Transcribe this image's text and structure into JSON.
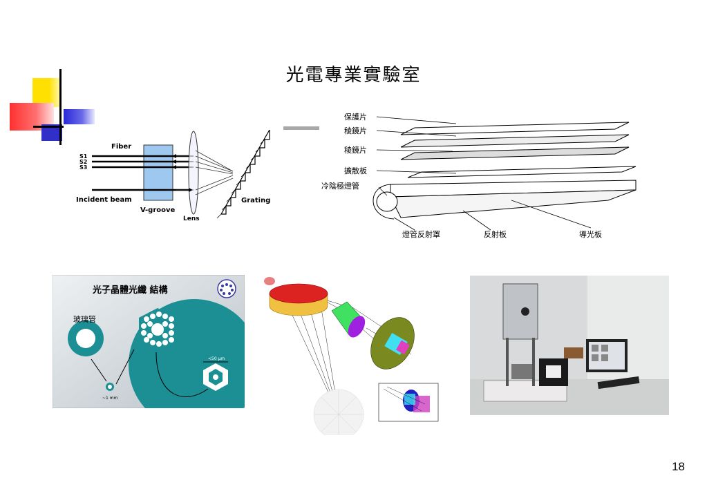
{
  "slide": {
    "title": "光電專業實驗室",
    "page_number": "18"
  },
  "fiber_diagram": {
    "fiber": "Fiber",
    "s1": "S1",
    "s2": "S2",
    "s3": "S3",
    "incident_beam": "Incident beam",
    "v_groove": "V-groove",
    "lens": "Lens",
    "grating": "Grating"
  },
  "backlight_diagram": {
    "protective_sheet": "保護片",
    "prism_sheet_1": "稜鏡片",
    "prism_sheet_2": "稜鏡片",
    "diffuser": "擴散板",
    "ccfl": "冷陰極燈管",
    "lamp_reflector": "燈管反射罩",
    "reflector": "反射板",
    "light_guide": "導光板"
  },
  "pcf_panel": {
    "title": "光子晶體光纖 結構",
    "glass_tube": "玻璃管",
    "size_small": "~1 mm",
    "size_large": "<50 μm"
  },
  "colors": {
    "pcf_bg": "#c5cdd3",
    "pcf_teal": "#1c8f95",
    "v_groove_fill": "#9ec8f0"
  }
}
